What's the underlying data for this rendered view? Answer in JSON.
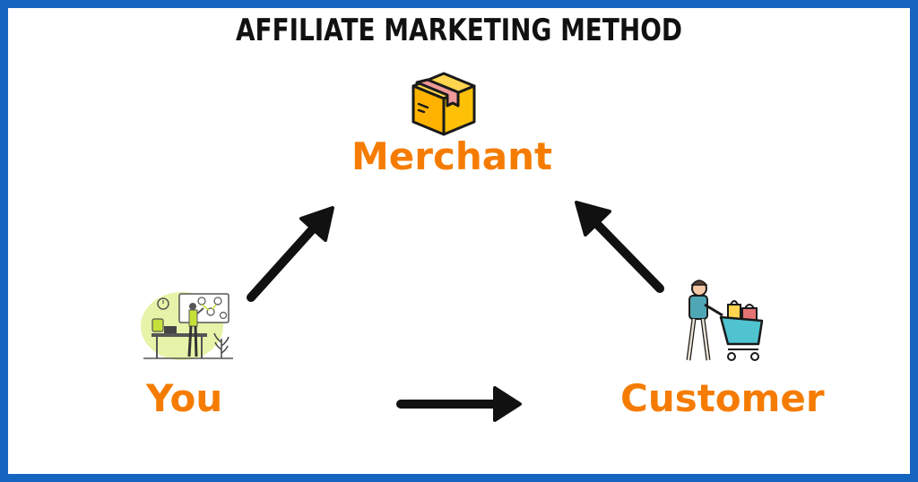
{
  "title": "AFFILIATE MARKETING METHOD",
  "nodes": {
    "merchant": {
      "label": "Merchant",
      "icon": "package-box-icon"
    },
    "you": {
      "label": "You",
      "icon": "affiliate-workspace-illustration"
    },
    "customer": {
      "label": "Customer",
      "icon": "shopper-with-cart-icon"
    }
  },
  "colors": {
    "border": "#1565c0",
    "label": "#f57c00",
    "arrow": "#111111",
    "title": "#111111"
  }
}
